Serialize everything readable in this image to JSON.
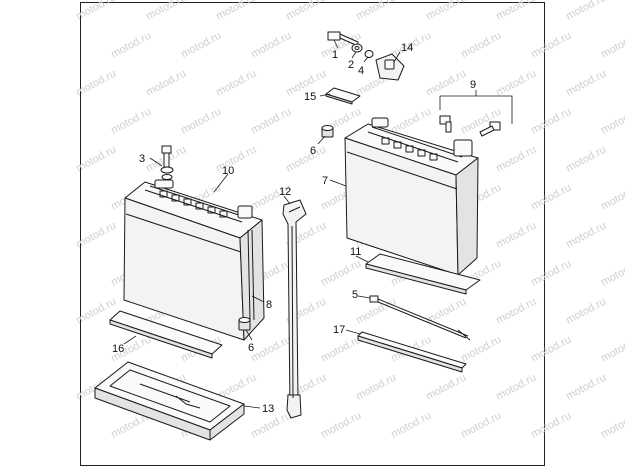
{
  "watermark": "motod.ru",
  "callouts": {
    "c1": "1",
    "c2": "2",
    "c3": "3",
    "c4": "4",
    "c5": "5",
    "c6a": "6",
    "c6b": "6",
    "c7": "7",
    "c8": "8",
    "c9": "9",
    "c10": "10",
    "c11": "11",
    "c12": "12",
    "c13": "13",
    "c14": "14",
    "c15": "15",
    "c16": "16",
    "c17": "17"
  }
}
